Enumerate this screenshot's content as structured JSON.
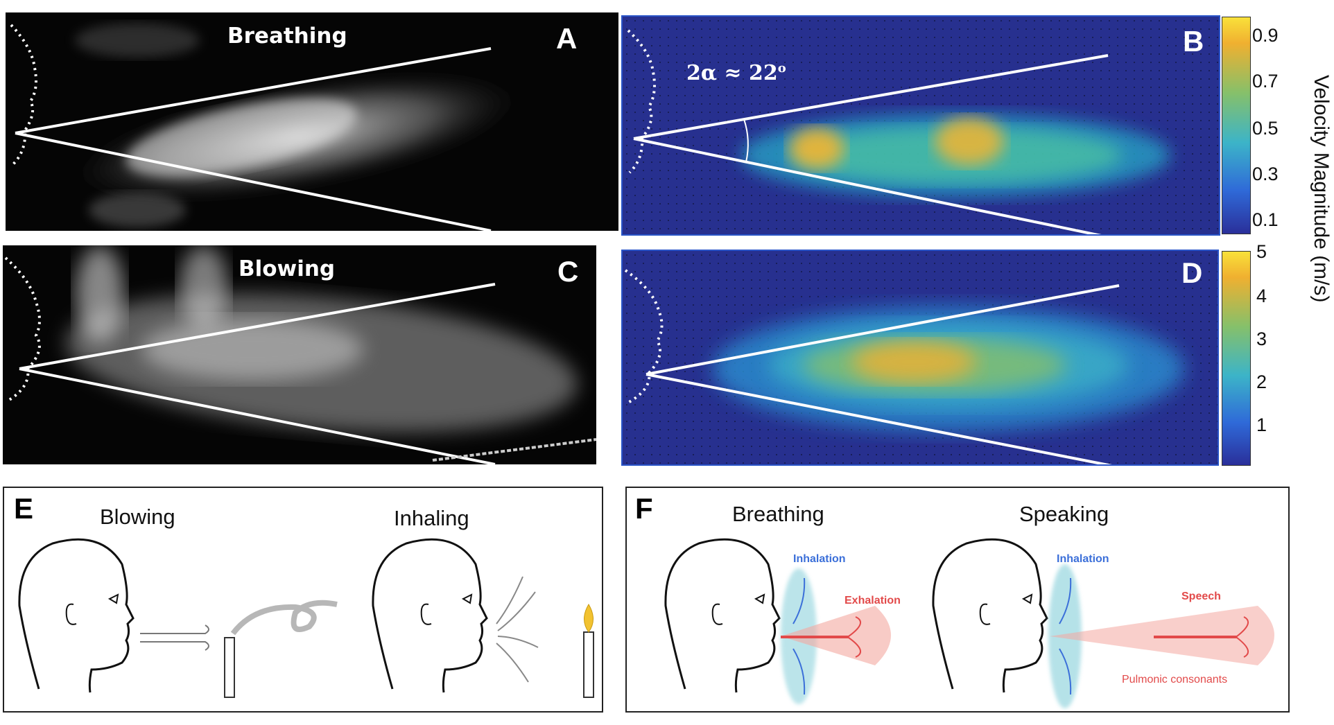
{
  "panels": {
    "A": {
      "label": "A",
      "title": "Breathing"
    },
    "B": {
      "label": "B",
      "angle_text": "2α ≈ 22",
      "angle_sup": "o"
    },
    "C": {
      "label": "C",
      "title": "Blowing"
    },
    "D": {
      "label": "D"
    },
    "E": {
      "label": "E",
      "left_title": "Blowing",
      "right_title": "Inhaling"
    },
    "F": {
      "label": "F",
      "left_title": "Breathing",
      "right_title": "Speaking",
      "left_inhalation": "Inhalation",
      "left_exhalation": "Exhalation",
      "right_inhalation": "Inhalation",
      "speech": "Speech",
      "consonants": "Pulmonic consonants"
    }
  },
  "colorbars": {
    "B": {
      "ticks": [
        "0.9",
        "0.7",
        "0.5",
        "0.3",
        "0.1"
      ]
    },
    "D": {
      "ticks": [
        "5",
        "4",
        "3",
        "2",
        "1"
      ]
    },
    "axis_label": "Velocity Magnitude (m/s)"
  },
  "colors": {
    "inhalation": "#3b6fd9",
    "exhalation": "#e24a4a",
    "flow_background": "#27308f"
  }
}
